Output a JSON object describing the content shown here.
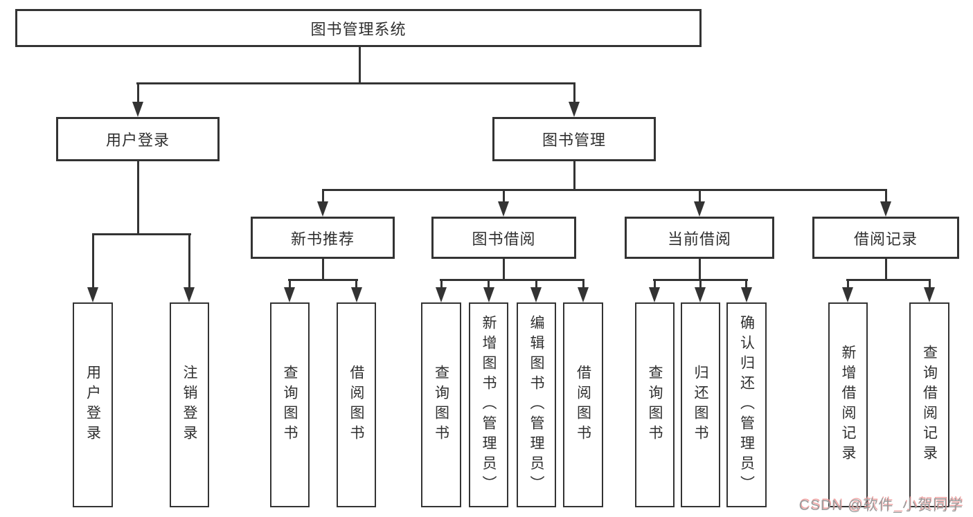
{
  "diagram": {
    "type": "hierarchy-tree",
    "tree": {
      "root": {
        "label": "图书管理系统",
        "children": [
          {
            "label": "用户登录",
            "children": [
              {
                "label": "用户登录"
              },
              {
                "label": "注销登录"
              }
            ]
          },
          {
            "label": "图书管理",
            "children": [
              {
                "label": "新书推荐",
                "children": [
                  {
                    "label": "查询图书"
                  },
                  {
                    "label": "借阅图书"
                  }
                ]
              },
              {
                "label": "图书借阅",
                "children": [
                  {
                    "label": "查询图书"
                  },
                  {
                    "label": "新增图书（管理员）"
                  },
                  {
                    "label": "编辑图书（管理员）"
                  },
                  {
                    "label": "借阅图书"
                  }
                ]
              },
              {
                "label": "当前借阅",
                "children": [
                  {
                    "label": "查询图书"
                  },
                  {
                    "label": "归还图书"
                  },
                  {
                    "label": "确认归还（管理员）"
                  }
                ]
              },
              {
                "label": "借阅记录",
                "children": [
                  {
                    "label": "新增借阅记录"
                  },
                  {
                    "label": "查询借阅记录"
                  }
                ]
              }
            ]
          }
        ]
      }
    },
    "colors": {
      "line": "#333333",
      "text": "#2f2f2f",
      "background": "#ffffff",
      "watermark_text": "#9b9b9b",
      "watermark_shadow": "#f09696"
    }
  },
  "watermark": {
    "text": "CSDN @软件_小贺同学"
  }
}
